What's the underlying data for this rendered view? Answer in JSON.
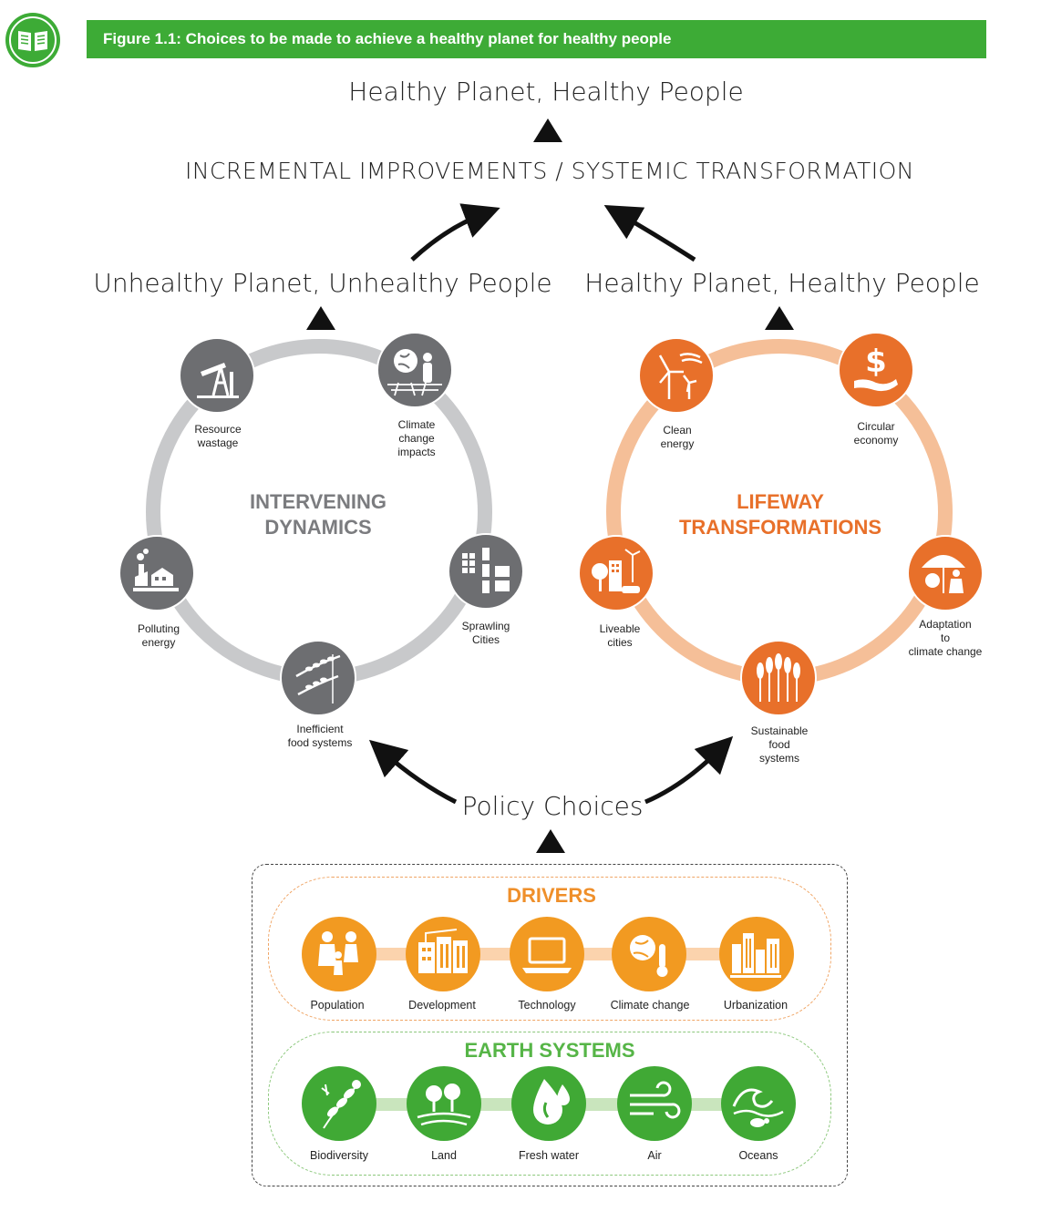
{
  "header": {
    "title": "Figure 1.1: Choices to be made to achieve a healthy planet for healthy people"
  },
  "top": {
    "goal": "Healthy Planet, Healthy People",
    "middle": "INCREMENTAL IMPROVEMENTS / SYSTEMIC TRANSFORMATION"
  },
  "left": {
    "outcome": "Unhealthy Planet, Unhealthy People",
    "ring_line1": "INTERVENING",
    "ring_line2": "DYNAMICS",
    "nodes": [
      {
        "label1": "Resource",
        "label2": "wastage",
        "label3": "",
        "icon": "oil-pump-icon"
      },
      {
        "label1": "Climate",
        "label2": "change",
        "label3": "impacts",
        "icon": "climate-impact-icon"
      },
      {
        "label1": "Sprawling",
        "label2": "Cities",
        "label3": "",
        "icon": "city-map-icon"
      },
      {
        "label1": "Inefficient",
        "label2": "food systems",
        "label3": "",
        "icon": "wheat-icon"
      },
      {
        "label1": "Polluting",
        "label2": "energy",
        "label3": "",
        "icon": "factory-icon"
      }
    ]
  },
  "right": {
    "outcome": "Healthy Planet, Healthy People",
    "ring_line1": "LIFEWAY",
    "ring_line2": "TRANSFORMATIONS",
    "nodes": [
      {
        "label1": "Clean",
        "label2": "energy",
        "label3": "",
        "icon": "wind-turbine-icon"
      },
      {
        "label1": "Circular",
        "label2": "economy",
        "label3": "",
        "icon": "dollar-hand-icon"
      },
      {
        "label1": "Adaptation",
        "label2": "to",
        "label3": "climate change",
        "icon": "umbrella-person-icon"
      },
      {
        "label1": "Sustainable",
        "label2": "food",
        "label3": "systems",
        "icon": "wheat-field-icon"
      },
      {
        "label1": "Liveable",
        "label2": "cities",
        "label3": "",
        "icon": "green-city-icon"
      }
    ]
  },
  "policy": {
    "label": "Policy Choices"
  },
  "drivers": {
    "title": "DRIVERS",
    "items": [
      {
        "label": "Population",
        "icon": "family-icon"
      },
      {
        "label": "Development",
        "icon": "buildings-icon"
      },
      {
        "label": "Technology",
        "icon": "laptop-icon"
      },
      {
        "label": "Climate change",
        "icon": "thermometer-globe-icon"
      },
      {
        "label": "Urbanization",
        "icon": "skyline-icon"
      }
    ]
  },
  "earth": {
    "title": "EARTH SYSTEMS",
    "items": [
      {
        "label": "Biodiversity",
        "icon": "plant-insect-icon"
      },
      {
        "label": "Land",
        "icon": "trees-field-icon"
      },
      {
        "label": "Fresh water",
        "icon": "water-drop-icon"
      },
      {
        "label": "Air",
        "icon": "wind-icon"
      },
      {
        "label": "Oceans",
        "icon": "wave-turtle-icon"
      }
    ]
  },
  "colors": {
    "green": "#3dab36",
    "gray_ring": "#c8c9cb",
    "gray_node": "#6d6e71",
    "orange_ring": "#f5bf98",
    "orange_node": "#e8702a",
    "driver_orange": "#f29a21",
    "earth_green": "#40a935"
  }
}
